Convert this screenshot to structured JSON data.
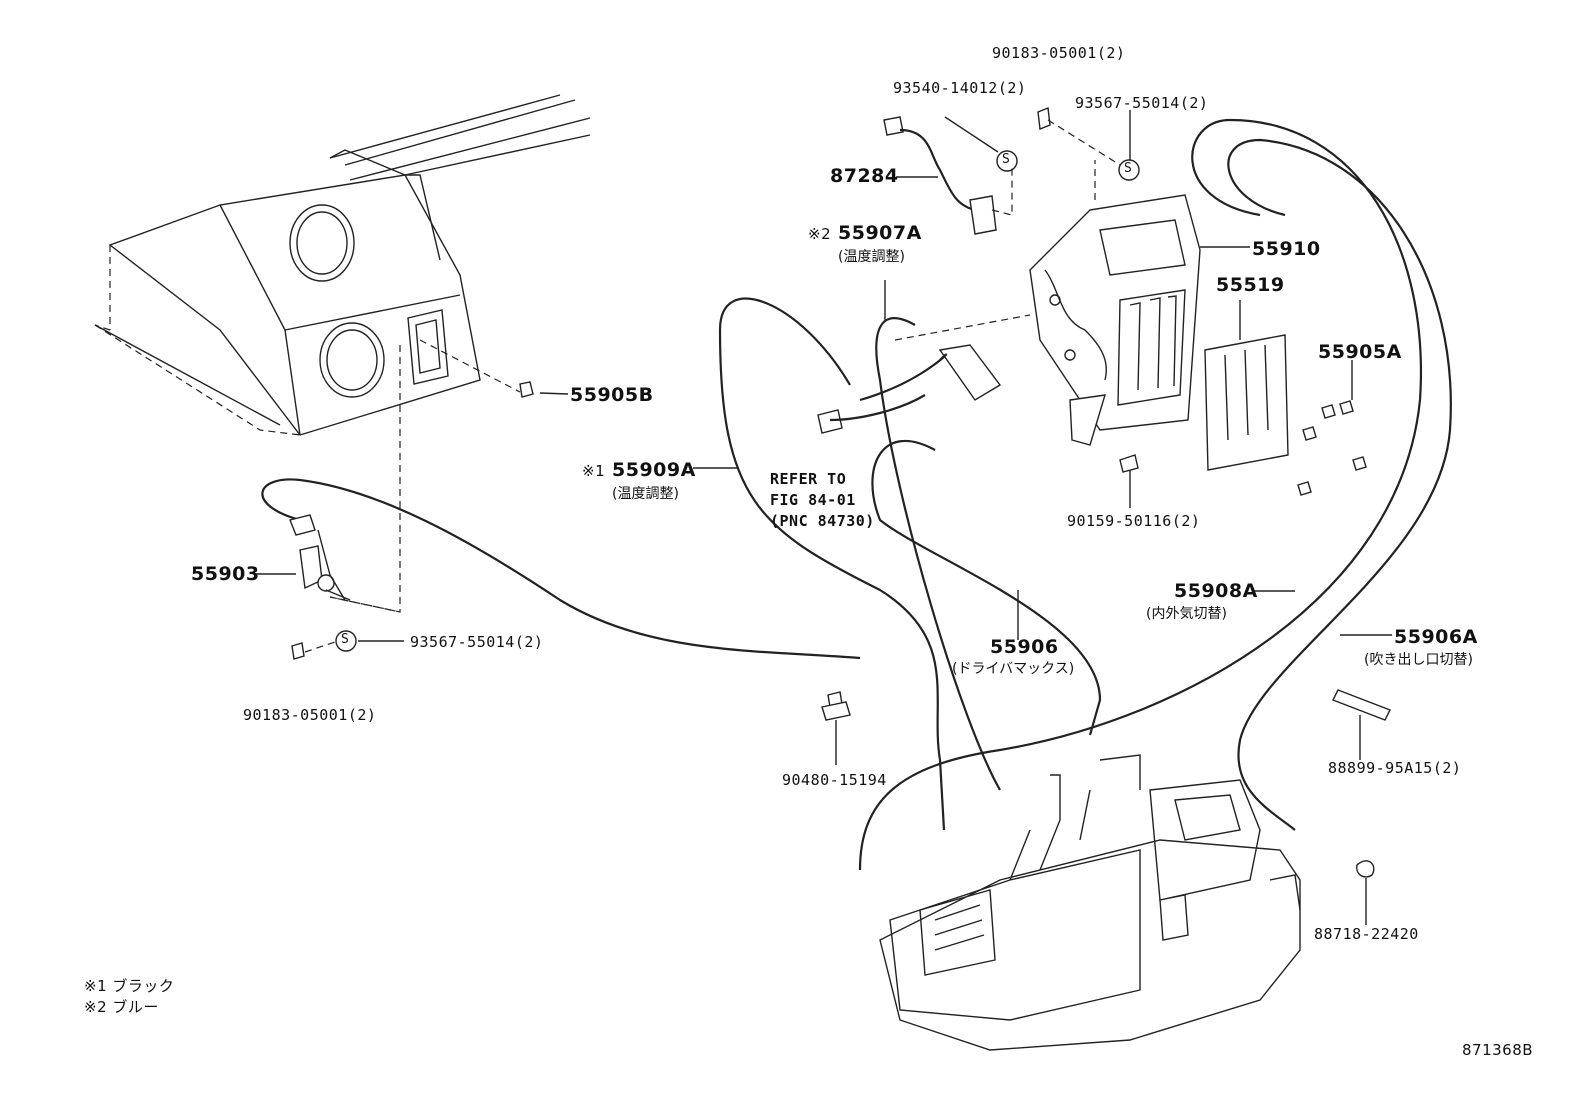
{
  "labels": {
    "p90183_top": "90183-05001(2)",
    "p93540": "93540-14012(2)",
    "p93567_top": "93567-55014(2)",
    "p87284": "87284",
    "p55907A": "55907A",
    "p55907A_mark": "※2",
    "p55907A_sub": "(温度調整)",
    "p55910": "55910",
    "p55519": "55519",
    "p55905A": "55905A",
    "p55905B": "55905B",
    "p55909A": "55909A",
    "p55909A_mark": "※1",
    "p55909A_sub": "(温度調整)",
    "refer": [
      "REFER TO",
      "FIG 84-01",
      "(PNC 84730)"
    ],
    "p90159": "90159-50116(2)",
    "p55903": "55903",
    "p93567_bottom": "93567-55014(2)",
    "p90183_bottom": "90183-05001(2)",
    "p55908A": "55908A",
    "p55908A_sub": "(内外気切替)",
    "p55906": "55906",
    "p55906_sub": "(ドライバマックス)",
    "p55906A": "55906A",
    "p55906A_sub": "(吹き出し口切替)",
    "p90480": "90480-15194",
    "p88899": "88899-95A15(2)",
    "p88718": "88718-22420"
  },
  "legend": {
    "note1": "※1 ブラック",
    "note2": "※2 ブルー"
  },
  "figure_code": "871368B",
  "clip_symbol": "S"
}
